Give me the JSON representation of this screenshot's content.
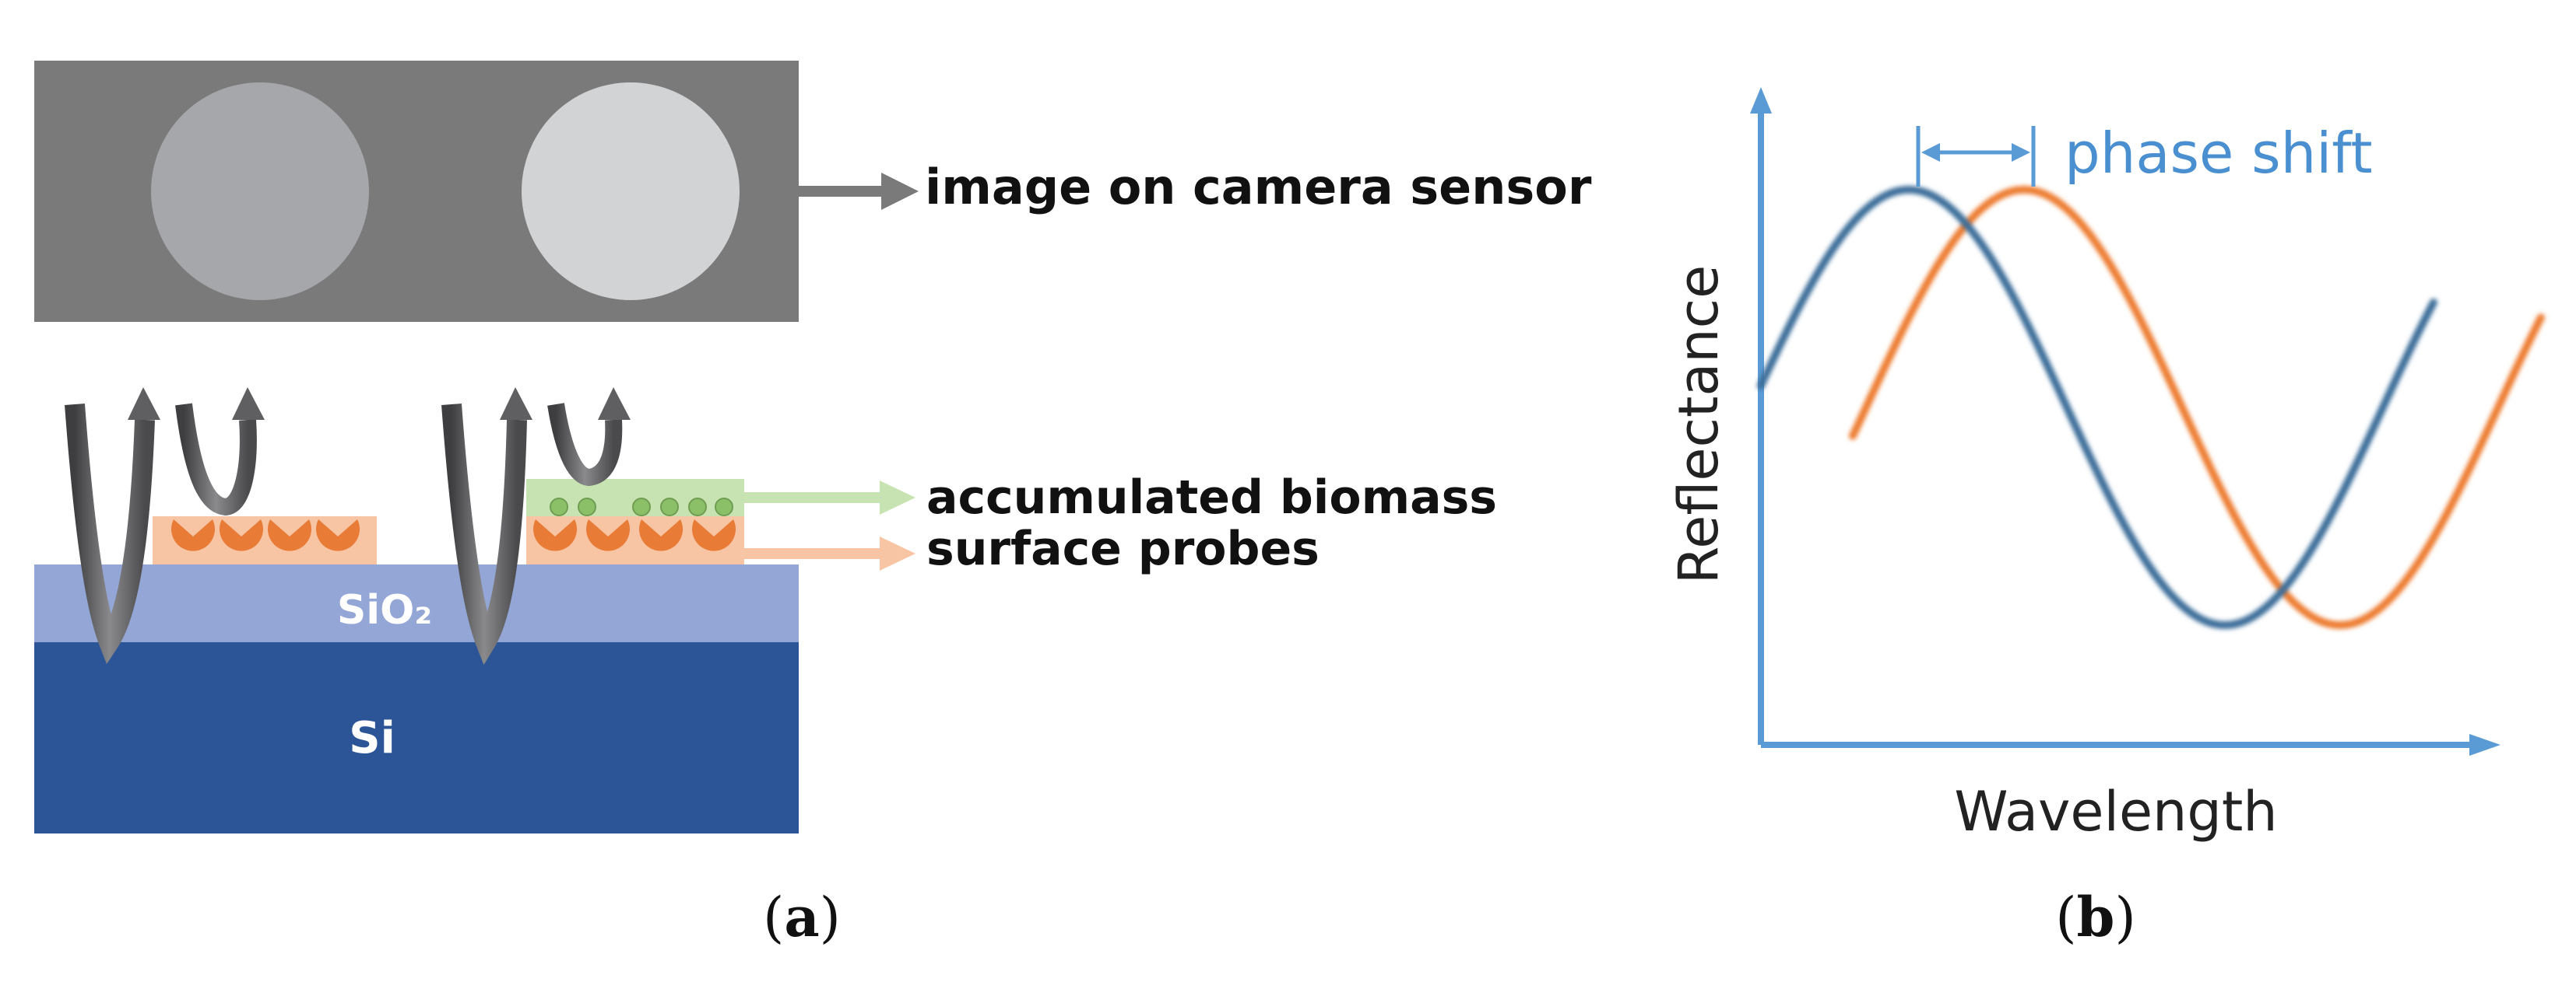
{
  "panel_a": {
    "camera_label": "image on camera sensor",
    "biomass_label": "accumulated biomass",
    "probes_label": "surface probes",
    "oxide_label": "SiO₂",
    "silicon_label": "Si",
    "caption_letter": "a"
  },
  "panel_b": {
    "shift_label": "phase shift",
    "ylabel": "Reflectance",
    "xlabel": "Wavelength",
    "caption_letter": "b"
  },
  "colors": {
    "camera_bg": "#7a7a7a",
    "spot_dim": "#a6a7aa",
    "spot_bright": "#d2d3d5",
    "oxide": "#94a6d6",
    "silicon": "#2c5597",
    "probe_pad": "#f7c4a4",
    "probe": "#e87b35",
    "biomass_pad": "#c8e3b2",
    "biomass_dot": "#8cc068",
    "beam": "#5f5f62",
    "axis": "#5b9bd5",
    "curve_before": "#3c6e9a",
    "curve_after": "#ed7d31"
  }
}
